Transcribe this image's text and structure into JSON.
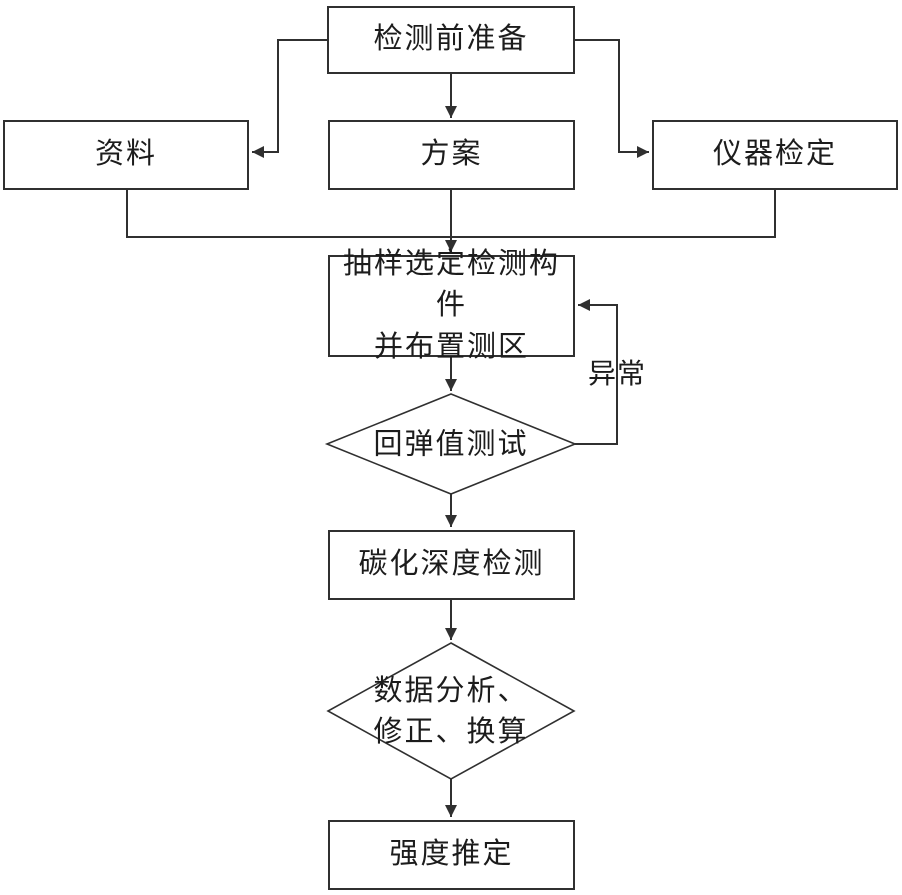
{
  "flowchart": {
    "background": "#ffffff",
    "line_color": "#303030",
    "text_color": "#1c1c1c",
    "nodes": {
      "prep": {
        "label": "检测前准备"
      },
      "materials": {
        "label": "资料"
      },
      "plan": {
        "label": "方案"
      },
      "instrument": {
        "label": "仪器检定"
      },
      "sampling": {
        "label_line1": "抽样选定检测构件",
        "label_line2": "并布置测区"
      },
      "rebound_test": {
        "label": "回弹值测试"
      },
      "carbonation": {
        "label": "碳化深度检测"
      },
      "analysis": {
        "label_line1": "数据分析、",
        "label_line2": "修正、换算"
      },
      "strength": {
        "label": "强度推定"
      }
    },
    "edge_labels": {
      "abnormal": "异常"
    }
  }
}
